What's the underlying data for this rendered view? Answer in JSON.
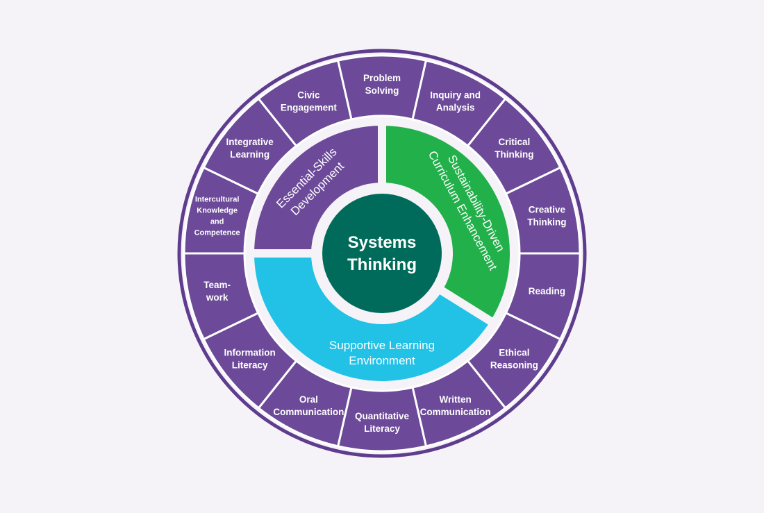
{
  "center": {
    "lines": [
      "Systems",
      "Thinking"
    ]
  },
  "middle_ring": [
    {
      "key": "essential",
      "lines": [
        "Essential-Skills",
        "Development"
      ],
      "color": "#6c4a99"
    },
    {
      "key": "sustainability",
      "lines": [
        "Sustainability-Driven",
        "Curriculum Enhancement"
      ],
      "color": "#22b04a"
    },
    {
      "key": "supportive",
      "lines": [
        "Supportive Learning",
        "Environment"
      ],
      "color": "#22c1e6"
    }
  ],
  "outer_ring": [
    {
      "lines": [
        "Problem",
        "Solving"
      ]
    },
    {
      "lines": [
        "Inquiry and",
        "Analysis"
      ]
    },
    {
      "lines": [
        "Critical",
        "Thinking"
      ]
    },
    {
      "lines": [
        "Creative",
        "Thinking"
      ]
    },
    {
      "lines": [
        "Reading"
      ]
    },
    {
      "lines": [
        "Ethical",
        "Reasoning"
      ]
    },
    {
      "lines": [
        "Written",
        "Communication"
      ]
    },
    {
      "lines": [
        "Quantitative",
        "Literacy"
      ]
    },
    {
      "lines": [
        "Oral",
        "Communication"
      ]
    },
    {
      "lines": [
        "Information",
        "Literacy"
      ]
    },
    {
      "lines": [
        "Team-",
        "work"
      ]
    },
    {
      "lines": [
        "Intercultural",
        "Knowledge",
        "and",
        "Competence"
      ]
    },
    {
      "lines": [
        "Integrative",
        "Learning"
      ]
    },
    {
      "lines": [
        "Civic",
        "Engagement"
      ]
    }
  ],
  "colors": {
    "background": "#f6f3f8",
    "outer_segment": "#6c4a99",
    "outer_border": "#5e3c8e",
    "center": "#006b5a",
    "text": "#ffffff"
  }
}
